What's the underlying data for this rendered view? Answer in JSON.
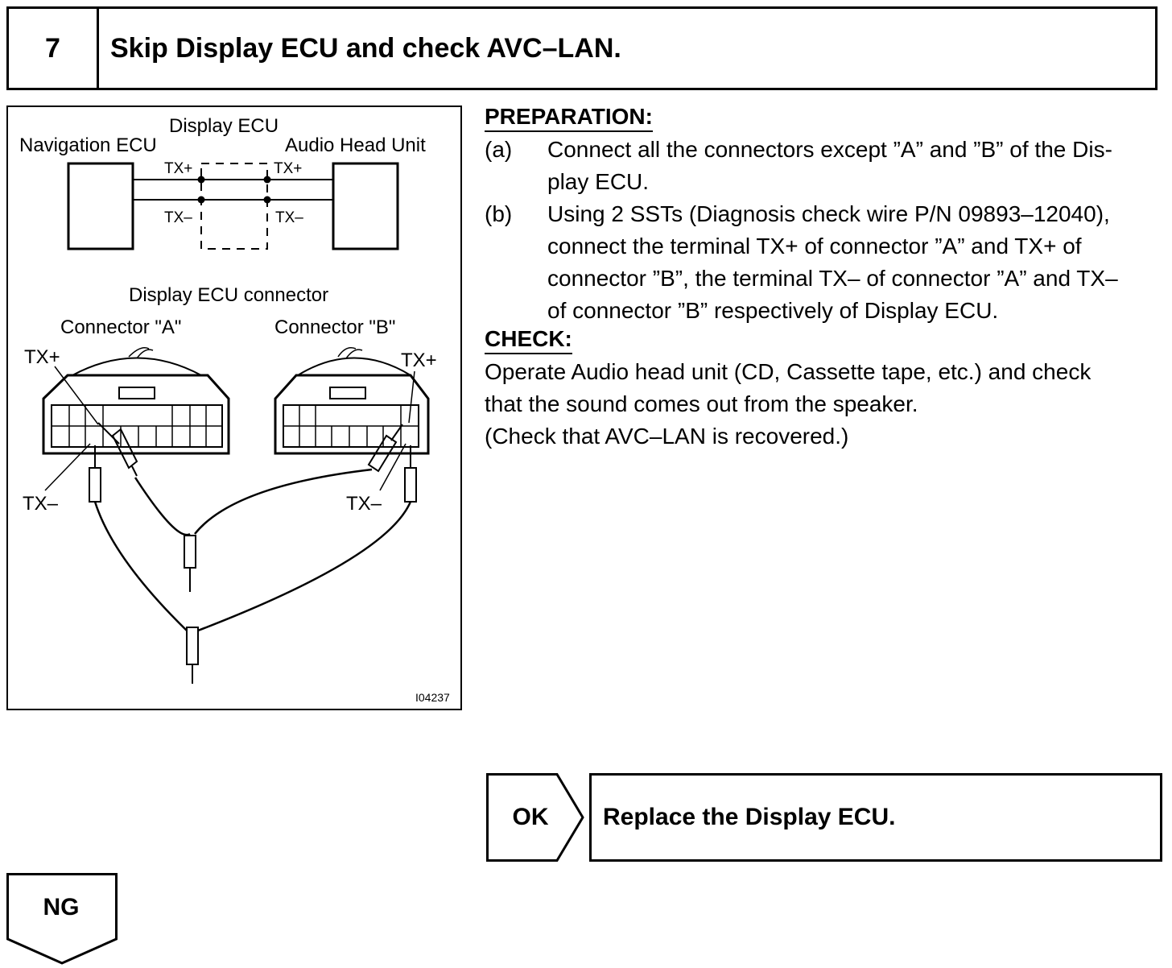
{
  "step": {
    "number": "7",
    "title": "Skip Display ECU and check AVC–LAN."
  },
  "figure": {
    "top_labels": {
      "display_ecu": "Display ECU",
      "navigation_ecu": "Navigation ECU",
      "audio_head_unit": "Audio Head Unit"
    },
    "wire_labels": {
      "tx_plus": "TX+",
      "tx_minus": "TX–"
    },
    "connector_section": {
      "title": "Display ECU connector",
      "connector_a": "Connector \"A\"",
      "connector_b": "Connector \"B\""
    },
    "figure_id": "I04237"
  },
  "preparation": {
    "heading": "PREPARATION:",
    "items": [
      {
        "label": "(a)",
        "lines": [
          "Connect all the connectors except ”A” and ”B” of the Dis-",
          "play ECU."
        ]
      },
      {
        "label": "(b)",
        "lines": [
          "Using 2 SSTs (Diagnosis check wire P/N 09893–12040),",
          "connect the terminal TX+ of connector ”A” and TX+ of",
          "connector ”B”, the terminal TX– of connector ”A” and TX–",
          "of connector ”B” respectively of Display ECU."
        ]
      }
    ]
  },
  "check": {
    "heading": "CHECK:",
    "lines": [
      "Operate Audio head unit (CD, Cassette tape, etc.) and check",
      "that the sound comes out from the speaker.",
      "(Check that AVC–LAN is recovered.)"
    ]
  },
  "ok_branch": {
    "label": "OK",
    "action": "Replace the Display ECU."
  },
  "ng_branch": {
    "label": "NG"
  }
}
